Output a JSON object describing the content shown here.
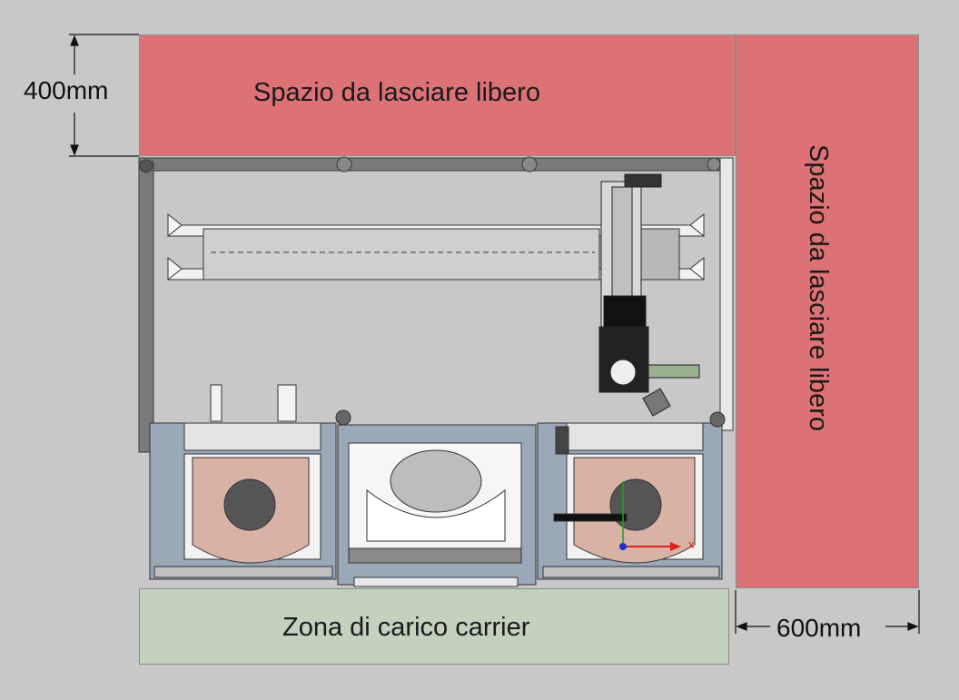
{
  "zones": {
    "top_free_space": "Spazio da lasciare libero",
    "right_free_space": "Spazio da lasciare libero",
    "loading_zone": "Zona di carico carrier"
  },
  "dimensions": {
    "top_clearance": "400mm",
    "right_clearance": "600mm"
  },
  "axis_labels": {
    "x": "x"
  },
  "colors": {
    "free_space": "#dc7276",
    "loading_zone": "#c4d1be",
    "background": "#c8c8c8",
    "frame": "#6e6e6e",
    "axis_x": "#e02020",
    "axis_y": "#20a020",
    "axis_z": "#2030d0"
  }
}
